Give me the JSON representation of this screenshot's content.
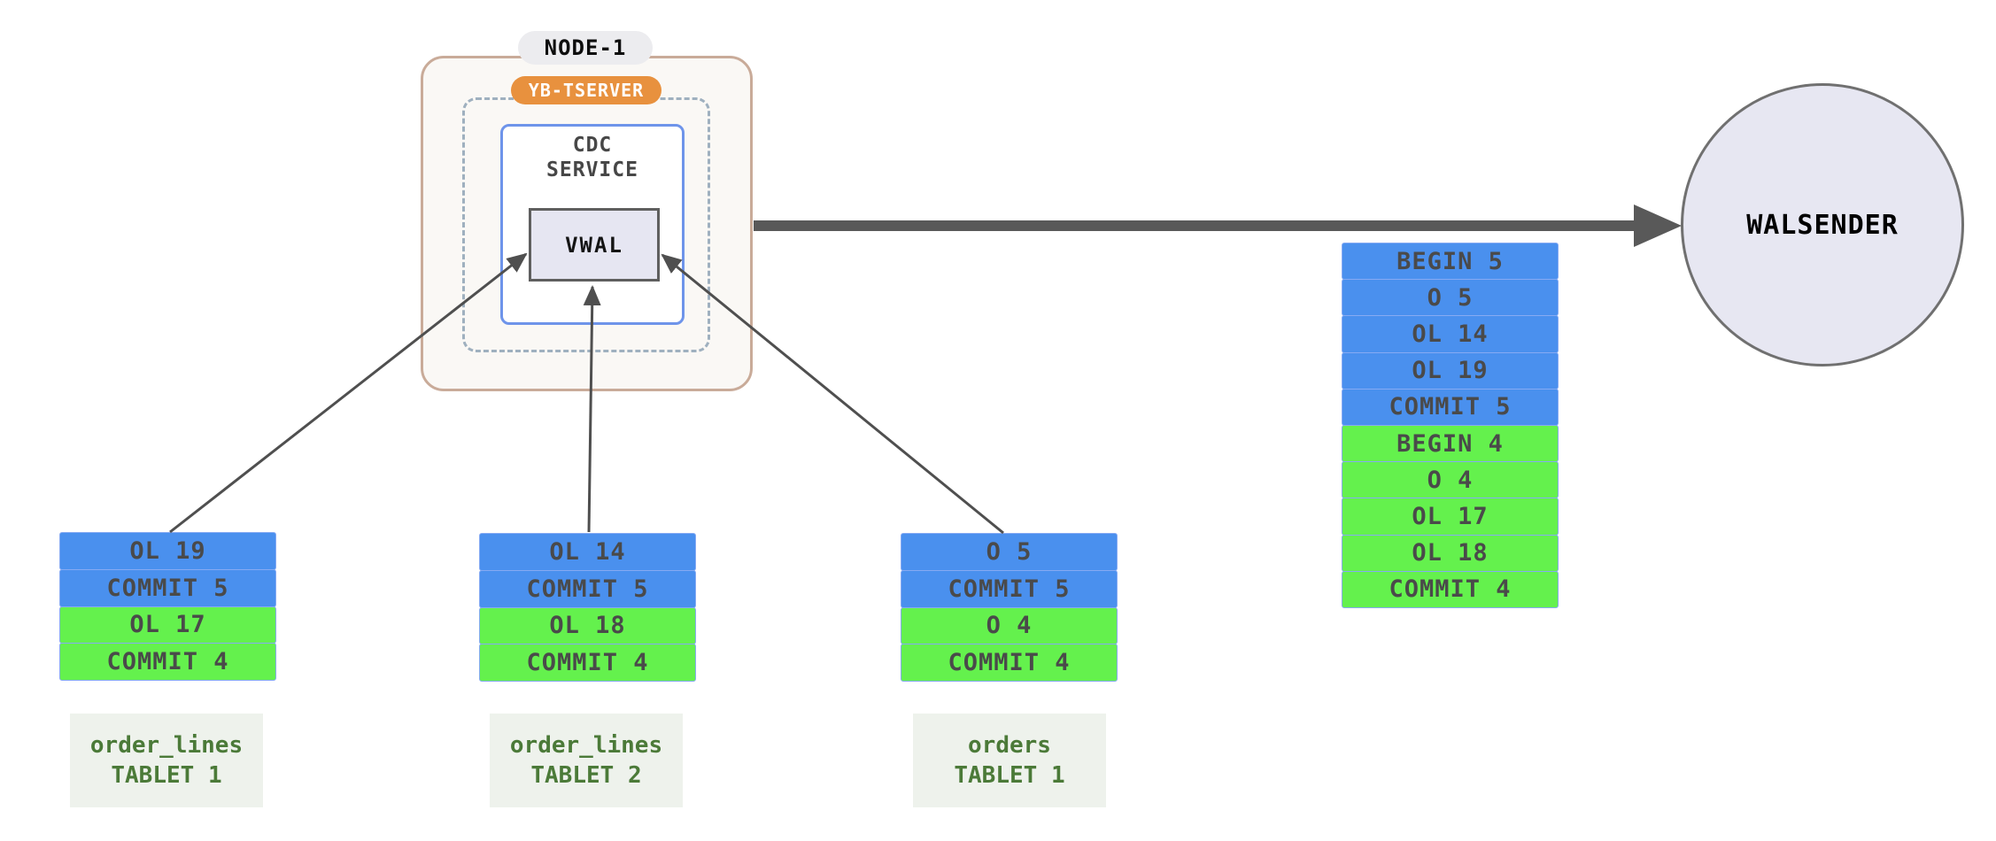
{
  "node": {
    "label": "NODE-1",
    "tserver_label": "YB-TSERVER",
    "cdc_line1": "CDC",
    "cdc_line2": "SERVICE",
    "vwal_label": "VWAL"
  },
  "walsender": {
    "label": "WALSENDER"
  },
  "merged_stream": {
    "rows": [
      {
        "label": "BEGIN 5",
        "bg": "#4a90ee"
      },
      {
        "label": "O 5",
        "bg": "#4a90ee"
      },
      {
        "label": "OL 14",
        "bg": "#4a90ee"
      },
      {
        "label": "OL 19",
        "bg": "#4a90ee"
      },
      {
        "label": "COMMIT 5",
        "bg": "#4a90ee"
      },
      {
        "label": "BEGIN 4",
        "bg": "#64f14d"
      },
      {
        "label": "O 4",
        "bg": "#64f14d"
      },
      {
        "label": "OL 17",
        "bg": "#64f14d"
      },
      {
        "label": "OL 18",
        "bg": "#64f14d"
      },
      {
        "label": "COMMIT 4",
        "bg": "#64f14d"
      }
    ]
  },
  "tablets": [
    {
      "table": "order_lines",
      "tablet": "TABLET 1",
      "rows": [
        {
          "label": "OL 19",
          "bg": "#4a90ee"
        },
        {
          "label": "COMMIT 5",
          "bg": "#4a90ee"
        },
        {
          "label": "OL 17",
          "bg": "#64f14d"
        },
        {
          "label": "COMMIT 4",
          "bg": "#64f14d"
        }
      ]
    },
    {
      "table": "order_lines",
      "tablet": "TABLET 2",
      "rows": [
        {
          "label": "OL 14",
          "bg": "#4a90ee"
        },
        {
          "label": "COMMIT 5",
          "bg": "#4a90ee"
        },
        {
          "label": "OL 18",
          "bg": "#64f14d"
        },
        {
          "label": "COMMIT 4",
          "bg": "#64f14d"
        }
      ]
    },
    {
      "table": "orders",
      "tablet": "TABLET 1",
      "rows": [
        {
          "label": "O 5",
          "bg": "#4a90ee"
        },
        {
          "label": "COMMIT 5",
          "bg": "#4a90ee"
        },
        {
          "label": "O 4",
          "bg": "#64f14d"
        },
        {
          "label": "COMMIT 4",
          "bg": "#64f14d"
        }
      ]
    }
  ],
  "colors": {
    "txn5_blue": "#4a90ee",
    "txn4_green": "#64f14d",
    "cell_border": "#86aaf3",
    "node_border": "#c9ab99",
    "tserver_orange": "#e8913e",
    "arrow_gray": "#595959",
    "thin_arrow_gray": "#4f4f4f",
    "tablet_label_green": "#4b7a38",
    "walsender_fill": "#e7e7f2"
  }
}
